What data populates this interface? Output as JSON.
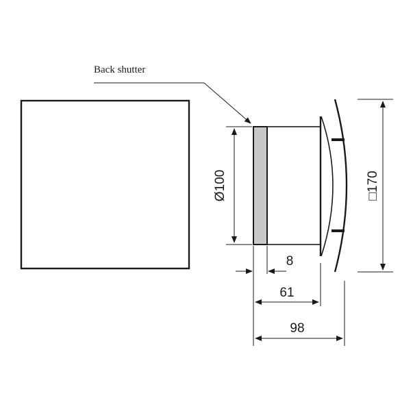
{
  "labels": {
    "back_shutter": "Back shutter"
  },
  "dimensions": {
    "diameter": "Ø100",
    "square": "□170",
    "shutter_depth": "8",
    "body_depth": "61",
    "total_depth": "98"
  },
  "colors": {
    "line": "#1a1a1a",
    "shutter_fill": "#c8c8c8"
  }
}
